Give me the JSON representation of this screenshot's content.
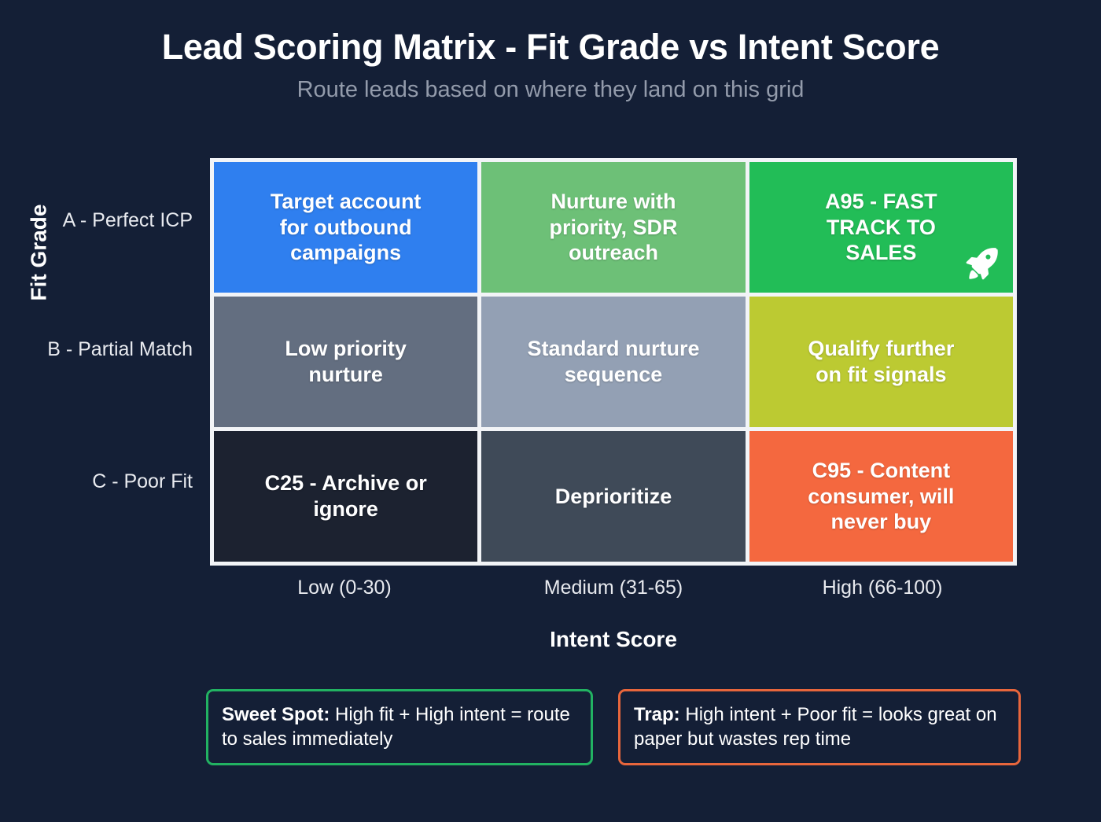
{
  "header": {
    "title": "Lead Scoring Matrix - Fit Grade vs Intent Score",
    "subtitle": "Route leads based on where they land on this grid"
  },
  "axes": {
    "y_title": "Fit Grade",
    "x_title": "Intent Score",
    "y_ticks": [
      "A - Perfect ICP",
      "B - Partial Match",
      "C - Poor Fit"
    ],
    "x_ticks": [
      "Low (0-30)",
      "Medium (31-65)",
      "High (66-100)"
    ]
  },
  "chart_data": {
    "type": "heatmap",
    "title": "Lead Scoring Matrix - Fit Grade vs Intent Score",
    "subtitle": "Route leads based on where they land on this grid",
    "xlabel": "Intent Score",
    "ylabel": "Fit Grade",
    "categories_x": [
      "Low (0-30)",
      "Medium (31-65)",
      "High (66-100)"
    ],
    "categories_y": [
      "A - Perfect ICP",
      "B - Partial Match",
      "C - Poor Fit"
    ],
    "grid": false,
    "legend_position": "bottom",
    "cells": [
      {
        "row": "A - Perfect ICP",
        "col": "Low (0-30)",
        "text": "Target account\nfor outbound\ncampaigns",
        "bg": "#2f7fef",
        "fg": "#ffffff",
        "icon": null
      },
      {
        "row": "A - Perfect ICP",
        "col": "Medium (31-65)",
        "text": "Nurture with\npriority, SDR\noutreach",
        "bg": "#6dc077",
        "fg": "#ffffff",
        "icon": null
      },
      {
        "row": "A - Perfect ICP",
        "col": "High (66-100)",
        "text": "A95 - FAST\nTRACK TO\nSALES",
        "bg": "#22bd57",
        "fg": "#ffffff",
        "icon": "rocket-icon"
      },
      {
        "row": "B - Partial Match",
        "col": "Low (0-30)",
        "text": "Low priority\nnurture",
        "bg": "#636e80",
        "fg": "#ffffff",
        "icon": null
      },
      {
        "row": "B - Partial Match",
        "col": "Medium (31-65)",
        "text": "Standard nurture\nsequence",
        "bg": "#93a0b4",
        "fg": "#ffffff",
        "icon": null
      },
      {
        "row": "B - Partial Match",
        "col": "High (66-100)",
        "text": "Qualify further\non fit signals",
        "bg": "#bcca32",
        "fg": "#ffffff",
        "icon": null
      },
      {
        "row": "C - Poor Fit",
        "col": "Low (0-30)",
        "text": "C25 - Archive or\nignore",
        "bg": "#1c2230",
        "fg": "#ffffff",
        "icon": null
      },
      {
        "row": "C - Poor Fit",
        "col": "Medium (31-65)",
        "text": "Deprioritize",
        "bg": "#3f4a58",
        "fg": "#ffffff",
        "icon": null
      },
      {
        "row": "C - Poor Fit",
        "col": "High (66-100)",
        "text": "C95 - Content\nconsumer, will\nnever buy",
        "bg": "#f4683f",
        "fg": "#ffffff",
        "icon": null
      }
    ]
  },
  "legend": [
    {
      "name": "sweet-spot",
      "lead": "Sweet Spot:",
      "body": " High fit + High intent = route to sales immediately",
      "border_color": "#22b262"
    },
    {
      "name": "trap",
      "lead": "Trap:",
      "body": " High intent + Poor fit = looks great on paper but wastes rep time",
      "border_color": "#e8663c"
    }
  ],
  "colors": {
    "background": "#141f36",
    "grid_border": "#f2f4f7",
    "title_text": "#ffffff",
    "subtitle_text": "#939bab"
  }
}
